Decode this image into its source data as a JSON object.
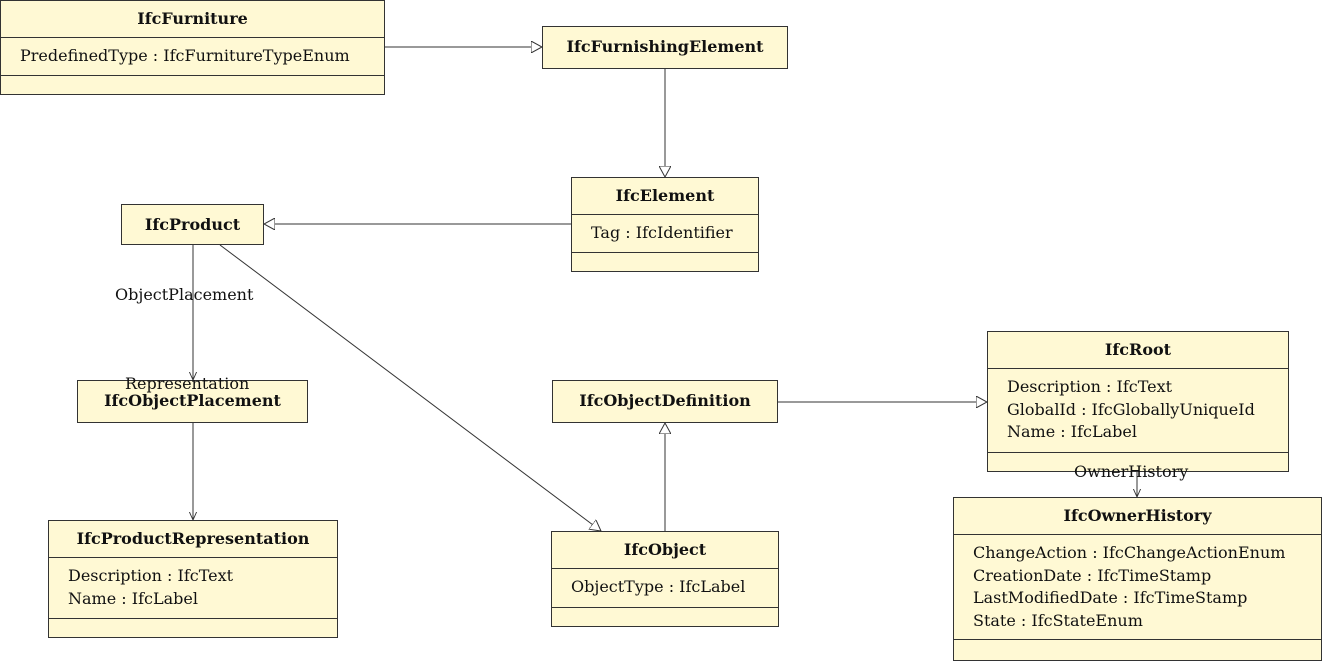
{
  "classes": {
    "furniture": {
      "name": "IfcFurniture",
      "attributes": [
        "PredefinedType : IfcFurnitureTypeEnum"
      ]
    },
    "furnishing_element": {
      "name": "IfcFurnishingElement"
    },
    "element": {
      "name": "IfcElement",
      "attributes": [
        "Tag : IfcIdentifier"
      ]
    },
    "product": {
      "name": "IfcProduct"
    },
    "object_placement": {
      "name": "IfcObjectPlacement"
    },
    "product_representation": {
      "name": "IfcProductRepresentation",
      "attributes": [
        "Description : IfcText",
        "Name : IfcLabel"
      ]
    },
    "object_definition": {
      "name": "IfcObjectDefinition"
    },
    "object": {
      "name": "IfcObject",
      "attributes": [
        "ObjectType : IfcLabel"
      ]
    },
    "root": {
      "name": "IfcRoot",
      "attributes": [
        "Description : IfcText",
        "GlobalId : IfcGloballyUniqueId",
        "Name : IfcLabel"
      ]
    },
    "owner_history": {
      "name": "IfcOwnerHistory",
      "attributes": [
        "ChangeAction : IfcChangeActionEnum",
        "CreationDate : IfcTimeStamp",
        "LastModifiedDate : IfcTimeStamp",
        "State : IfcStateEnum"
      ]
    }
  },
  "associations": {
    "object_placement": "ObjectPlacement",
    "representation": "Representation",
    "owner_history": "OwnerHistory"
  },
  "colors": {
    "box_fill": "#fff9d4",
    "line": "#333333"
  }
}
